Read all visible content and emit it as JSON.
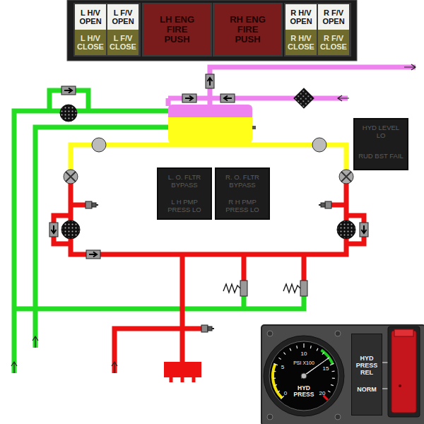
{
  "diagram": {
    "nodes": [
      {
        "text": [
          "L H/V OPEN"
        ]
      },
      {
        "text": [
          "L F/V OPEN"
        ]
      },
      {
        "text": [
          "LH ENG FIRE PUSH"
        ]
      },
      {
        "text": [
          "RH ENG FIRE PUSH"
        ]
      },
      {
        "text": [
          "R H/V OPEN"
        ]
      },
      {
        "text": [
          "R F/V OPEN"
        ]
      },
      {
        "text": [
          "L H/V CLOSE"
        ]
      },
      {
        "text": [
          "L F/V CLOSE"
        ]
      },
      {
        "text": [
          "R H/V CLOSE"
        ]
      },
      {
        "text": [
          "R F/V CLOSE"
        ]
      },
      {
        "text": [
          "HYD LEVEL LO",
          "RUD BST FAIL"
        ]
      },
      {
        "text": [
          "L. O. FLTR BYPASS",
          "L H PMP PRESS LO"
        ]
      },
      {
        "text": [
          "R. O. FLTR BYPASS",
          "R H PMP PRESS LO"
        ]
      },
      {
        "text": [
          "HYD PRESS REL",
          "NORM"
        ]
      }
    ],
    "labels": [
      "10",
      "5",
      "15",
      "PSI X100",
      "0",
      "20",
      "HYD PRESS"
    ]
  }
}
